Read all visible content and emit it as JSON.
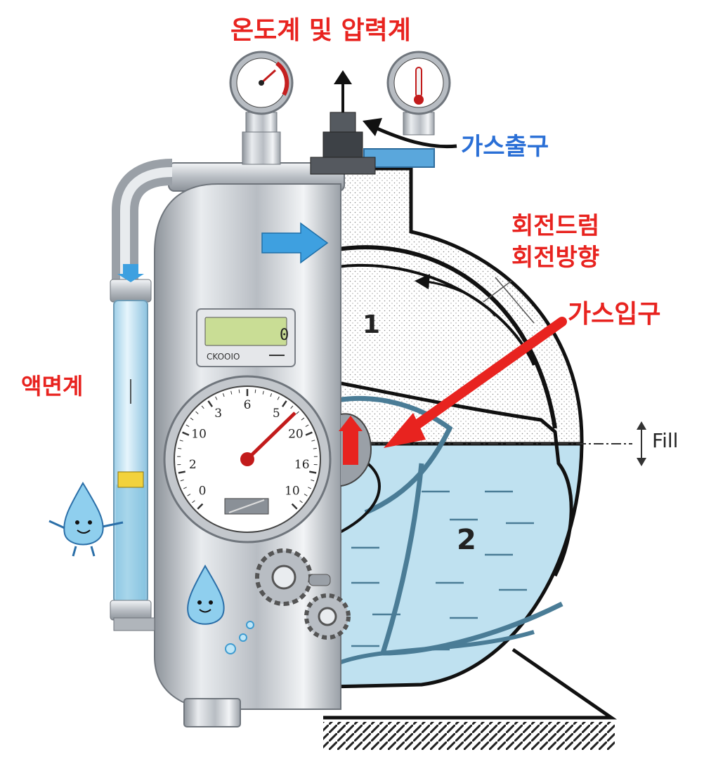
{
  "labels": {
    "title": "온도계 및 압력계",
    "gas_outlet": "가스출구",
    "rotation_line1": "회전드럼",
    "rotation_line2": "회전방향",
    "gas_inlet": "가스입구",
    "level_gauge": "액면계",
    "fill": "Fill",
    "chamber1": "1",
    "chamber2": "2"
  },
  "counter": {
    "display_value": "0",
    "caption": "CKOOIO"
  },
  "dial": {
    "ticks": [
      "0",
      "2",
      "10",
      "3",
      "6",
      "5",
      "20",
      "16",
      "10"
    ]
  },
  "colors": {
    "label_red": "#e8231f",
    "label_blue": "#2a6fd6",
    "water": "#bfe1f0",
    "steel": "#c9ccd1",
    "inlet_arrow": "#e8231f",
    "flow_arrow": "#3ea0e0"
  }
}
